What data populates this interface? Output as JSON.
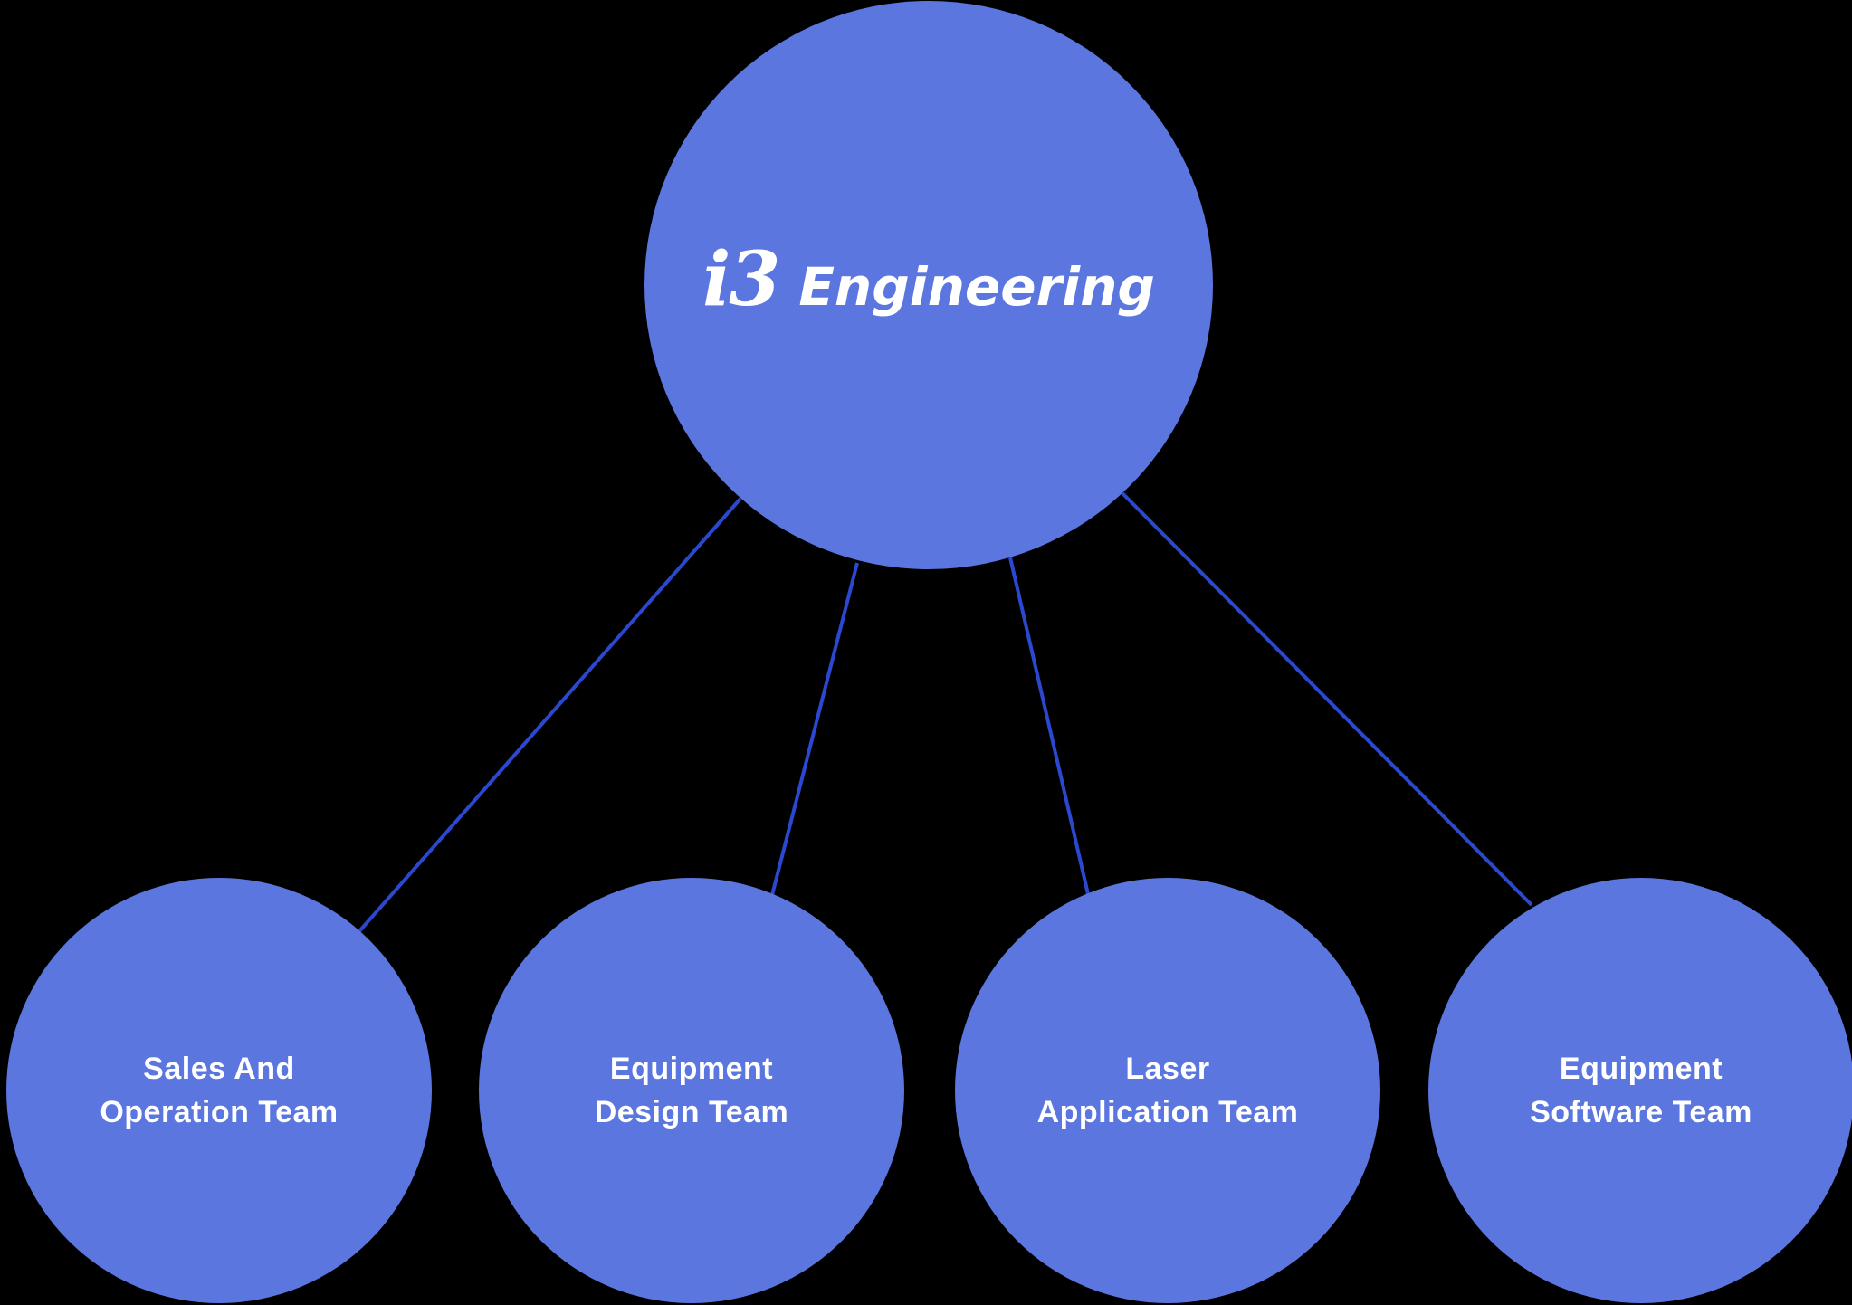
{
  "diagram": {
    "background_color": "#000000",
    "node_fill_color": "#5b76de",
    "connector_color": "#2a48d0",
    "text_color": "#ffffff"
  },
  "root_node": {
    "logo_mark": "i3",
    "logo_name": "Engineering"
  },
  "team_nodes": [
    {
      "line1": "Sales And",
      "line2": "Operation Team"
    },
    {
      "line1": "Equipment",
      "line2": "Design Team"
    },
    {
      "line1": "Laser",
      "line2": "Application Team"
    },
    {
      "line1": "Equipment",
      "line2": "Software Team"
    }
  ]
}
